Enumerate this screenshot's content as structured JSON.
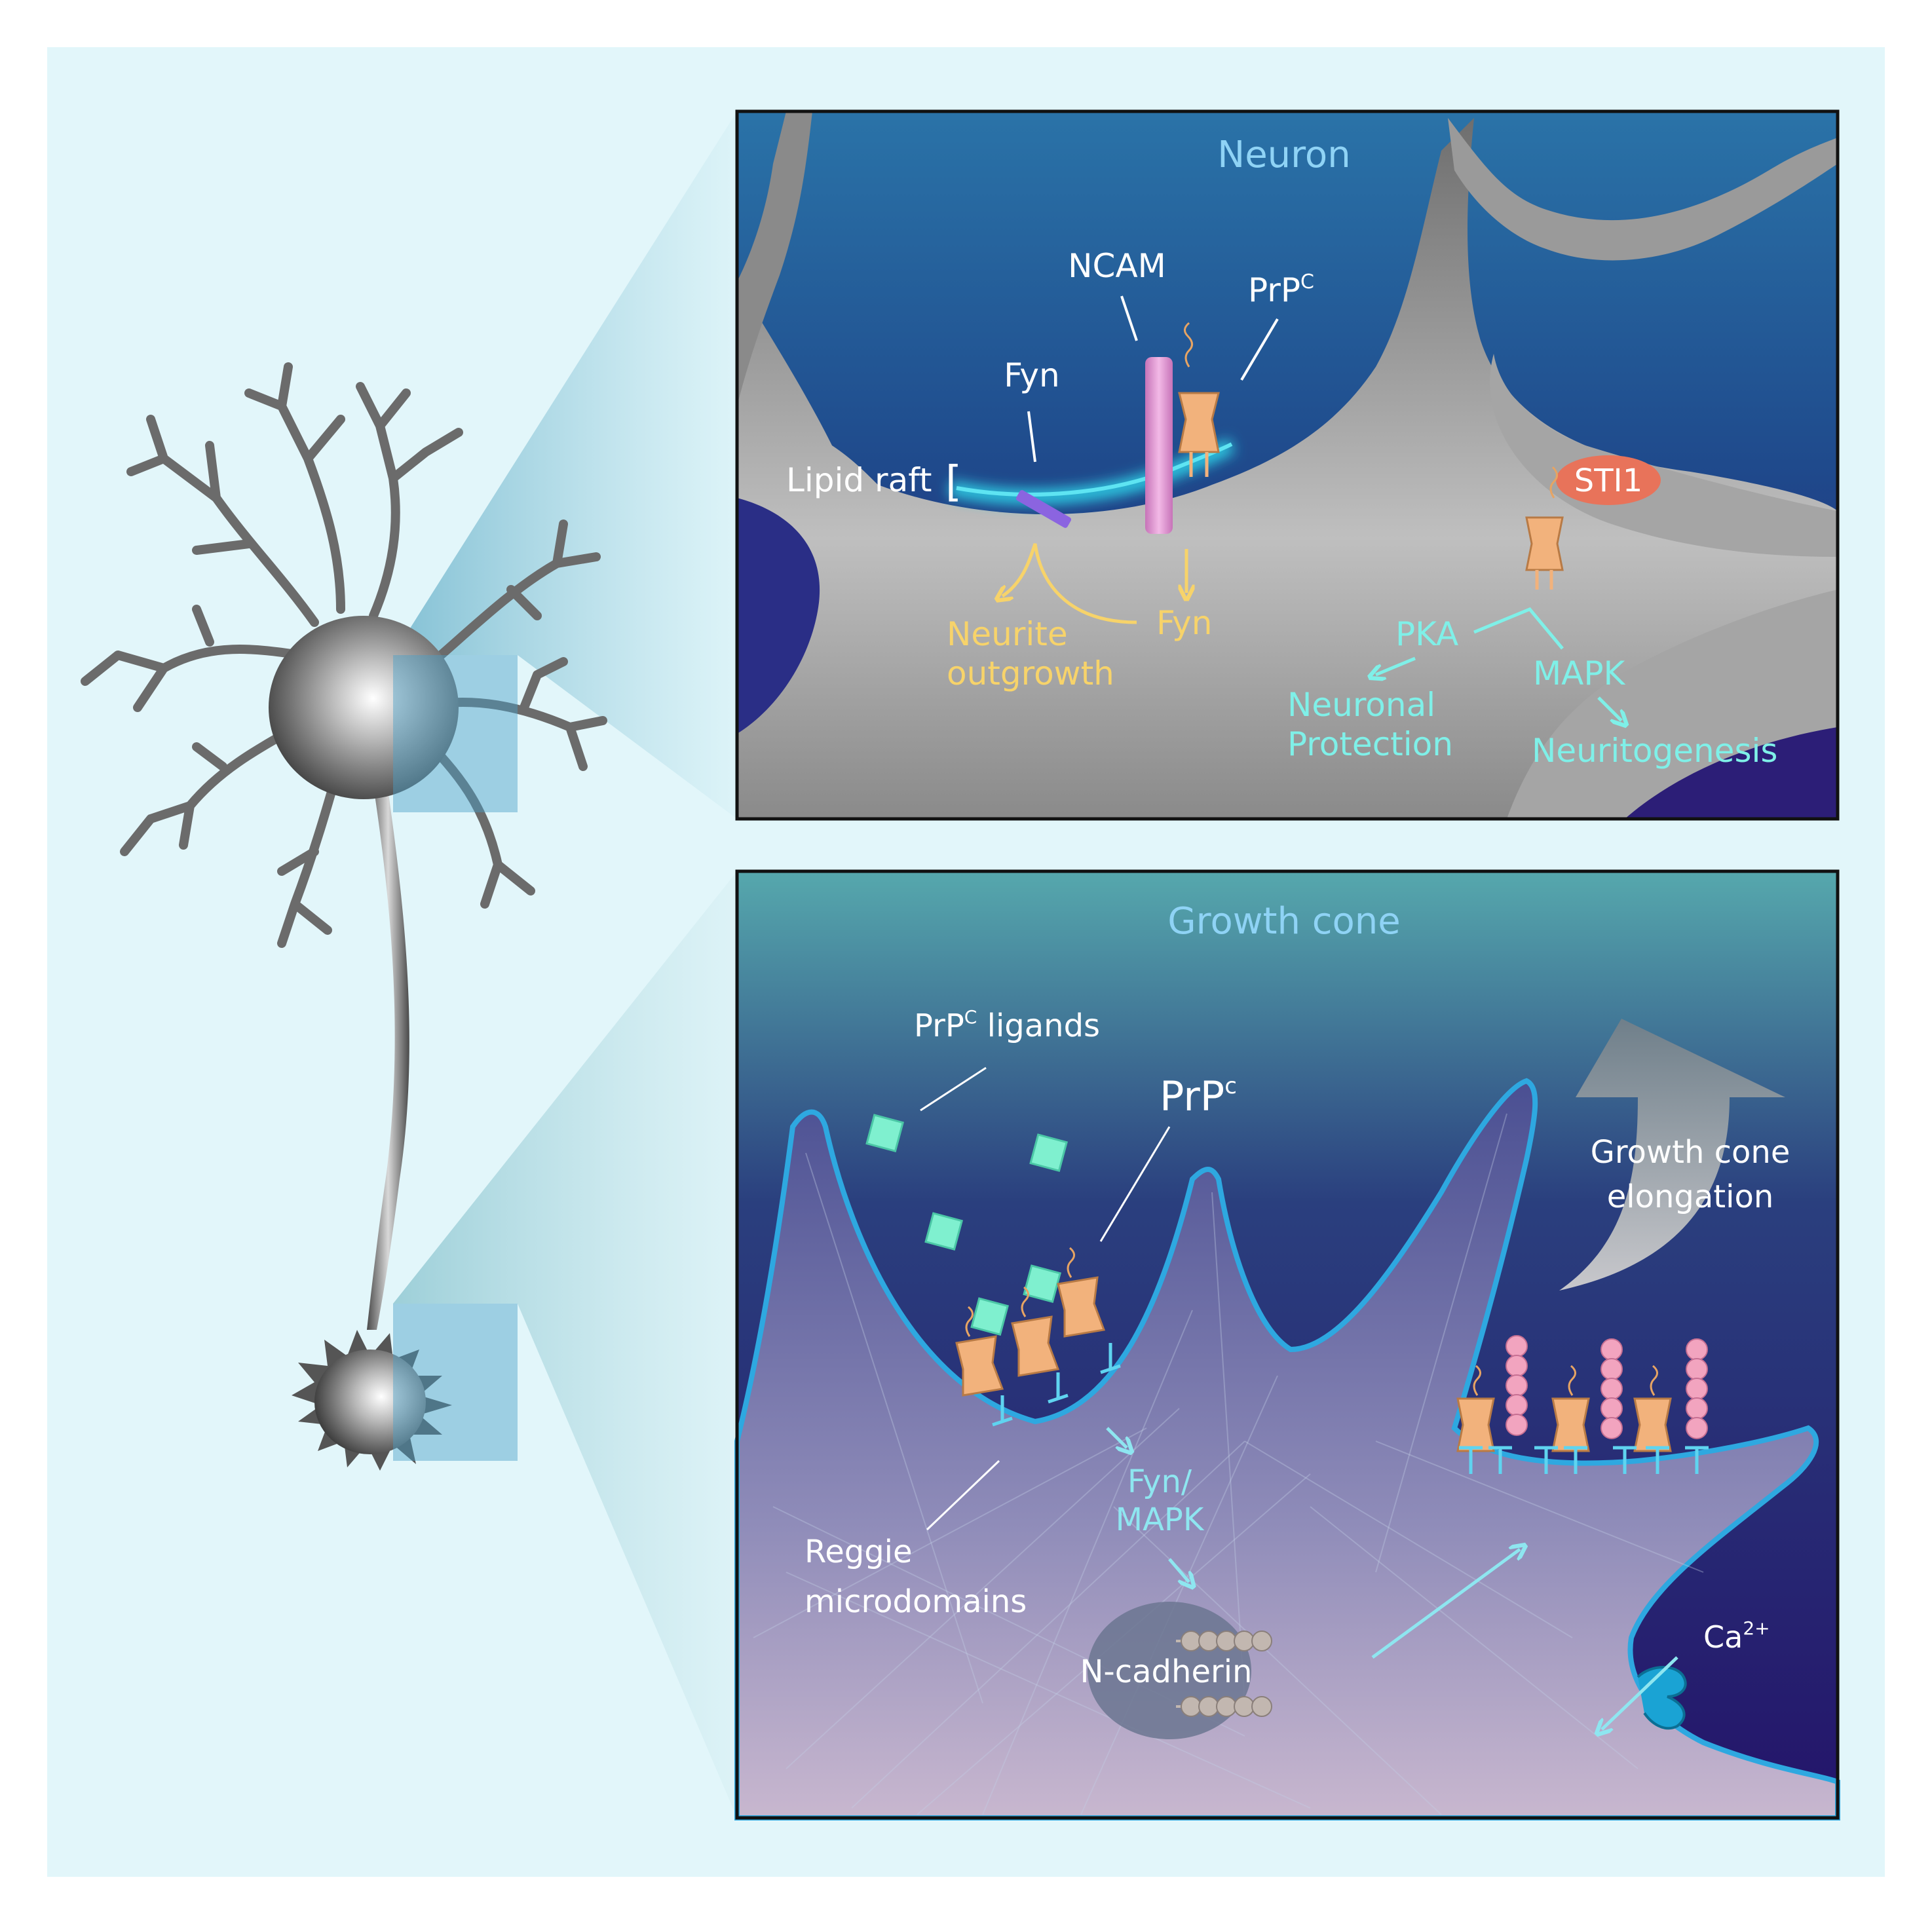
{
  "colors": {
    "background": "#e2f6fa",
    "panel_border": "#111111",
    "membrane_glow": "#2fd3e8",
    "prion_protein": "#f2b27c",
    "ligand": "#7ff0cf",
    "sti1": "#e8735a",
    "yellow_text": "#f7d36a",
    "cyan_text": "#7ff0e8",
    "white_text": "#ffffff",
    "blue_title": "#8fd3f5"
  },
  "neuron_panel": {
    "title": "Neuron",
    "ncam": "NCAM",
    "prpc": "PrP",
    "prpc_sup": "C",
    "fyn_top": "Fyn",
    "lipid_raft": "Lipid raft",
    "lipid_raft_bracket": "[",
    "sti1": "STI1",
    "neurite_1": "Neurite",
    "neurite_2": "outgrowth",
    "fyn_bottom": "Fyn",
    "pka": "PKA",
    "mapk": "MAPK",
    "neuronal_1": "Neuronal",
    "neuronal_2": "Protection",
    "neuritogenesis": "Neuritogenesis"
  },
  "growth_panel": {
    "title": "Growth cone",
    "ligands_prefix": "PrP",
    "ligands_sup": "C",
    "ligands_suffix": " ligands",
    "prpc": "PrP",
    "prpc_sup": "c",
    "elongation_1": "Growth cone",
    "elongation_2": "elongation",
    "fyn_mapk_1": "Fyn/",
    "fyn_mapk_2": "MAPK",
    "reggie_1": "Reggie",
    "reggie_2": "microdomains",
    "ncadherin": "N-cadherin",
    "calcium": "Ca",
    "calcium_sup": "2+"
  }
}
